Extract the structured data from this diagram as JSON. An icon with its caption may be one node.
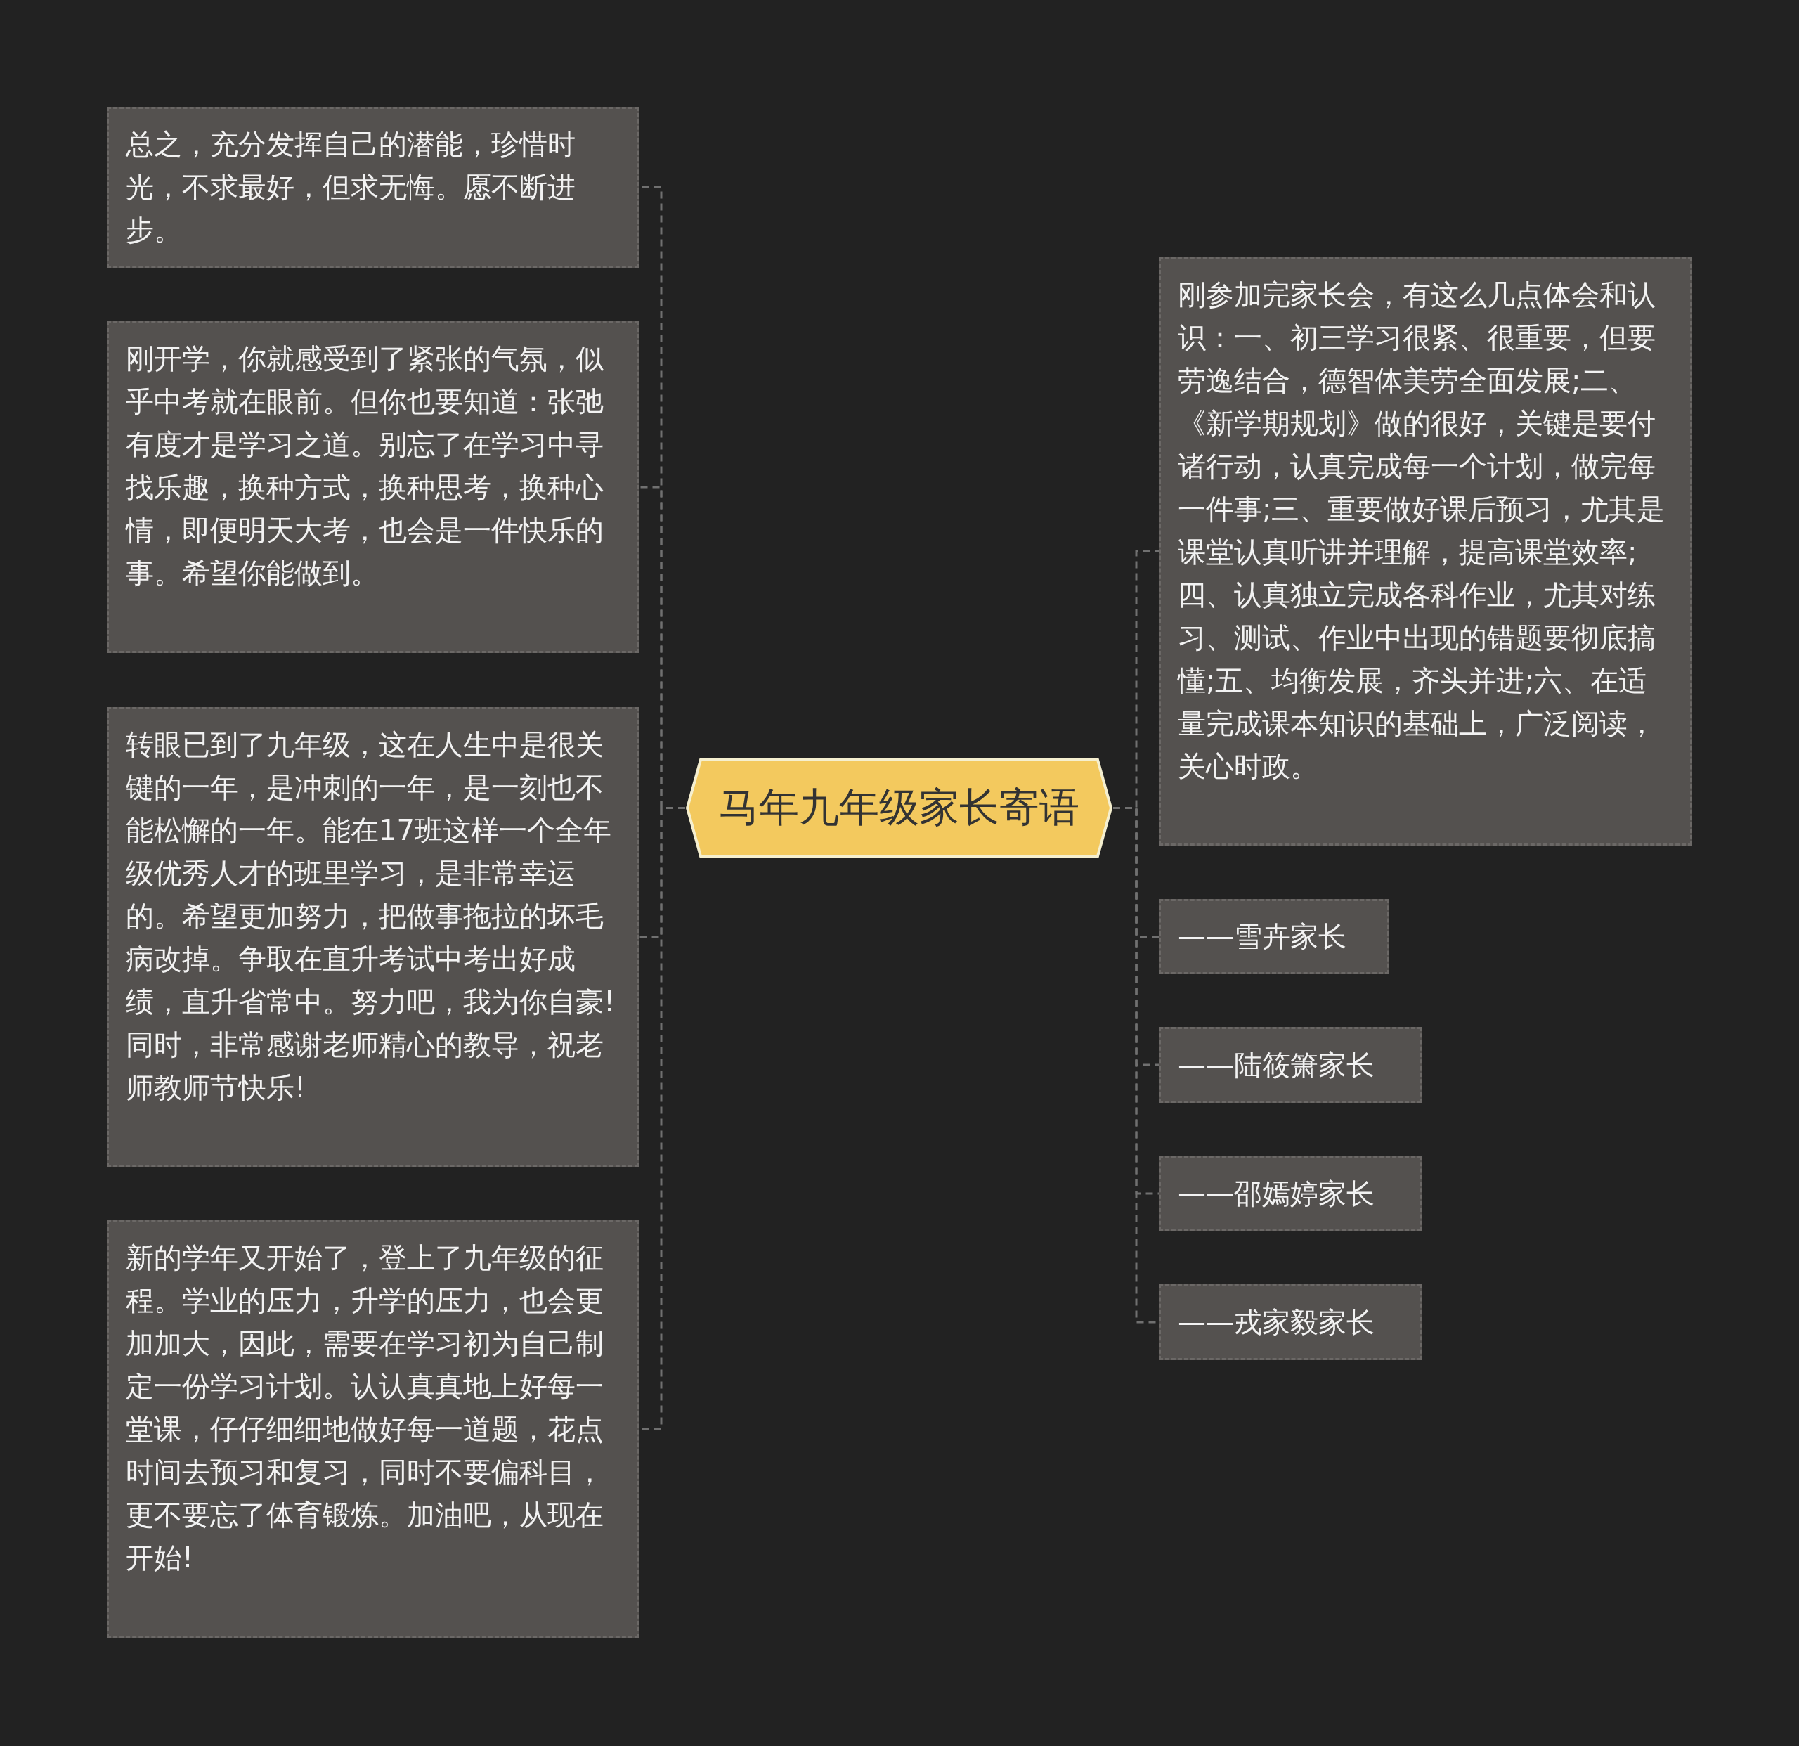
{
  "diagram": {
    "nodes": [
      {
        "text": [
          "马年九年级家长寄语"
        ]
      },
      {
        "text": [
          "总之，充分发挥自己的潜能，珍惜时光，不求最好，但求无悔。愿不断进步。"
        ]
      },
      {
        "text": [
          "刚开学，你就感受到了紧张的气氛，似乎中考就在眼前。但你也要知道：张弛有度才是学习之道。别忘了在学习中寻找乐趣，换种方式，换种思考，换种心情，即便明天大考，也会是一件快乐的事。希望你能做到。"
        ]
      },
      {
        "text": [
          "转眼已到了九年级，这在人生中是很关键的一年，是冲刺的一年，是一刻也不能松懈的一年。能在17班这样一个全年级优秀人才的班里学习，是非常幸运的。希望更加努力，把做事拖拉的坏毛病改掉。争取在直升考试中考出好成绩，直升省常中。努力吧，我为你自豪!同时，非常感谢老师精心的教导，祝老师教师节快乐!"
        ]
      },
      {
        "text": [
          "新的学年又开始了，登上了九年级的征程。学业的压力，升学的压力，也会更加加大，因此，需要在学习初为自己制定一份学习计划。认认真真地上好每一堂课，仔仔细细地做好每一道题，花点时间去预习和复习，同时不要偏科目，更不要忘了体育锻炼。加油吧，从现在开始!"
        ]
      },
      {
        "text": [
          "刚参加完家长会，有这么几点体会和认识：一、初三学习很紧、很重要，但要劳逸结合，德智体美劳全面发展;二、《新学期规划》做的很好，关键是要付诸行动，认真完成每一个计划，做完每一件事;三、重要做好课后预习，尤其是课堂认真听讲并理解，提高课堂效率;四、认真独立完成各科作业，尤其对练习、测试、作业中出现的错题要彻底搞懂;五、均衡发展，齐头并进;六、在适量完成课本知识的基础上，广泛阅读，关心时政。"
        ]
      },
      {
        "text": [
          "——雪卉家长"
        ]
      },
      {
        "text": [
          "——陆筱箫家长"
        ]
      },
      {
        "text": [
          "——邵嫣婷家长"
        ]
      },
      {
        "text": [
          "——戎家毅家长"
        ]
      }
    ],
    "edges": [
      {
        "from": 0,
        "to": 1,
        "arrow": "none",
        "style": "dashed"
      },
      {
        "from": 0,
        "to": 2,
        "arrow": "none",
        "style": "dashed"
      },
      {
        "from": 0,
        "to": 3,
        "arrow": "none",
        "style": "dashed"
      },
      {
        "from": 0,
        "to": 4,
        "arrow": "none",
        "style": "dashed"
      },
      {
        "from": 0,
        "to": 5,
        "arrow": "none",
        "style": "dashed"
      },
      {
        "from": 0,
        "to": 6,
        "arrow": "none",
        "style": "dashed"
      },
      {
        "from": 0,
        "to": 7,
        "arrow": "none",
        "style": "dashed"
      },
      {
        "from": 0,
        "to": 8,
        "arrow": "none",
        "style": "dashed"
      },
      {
        "from": 0,
        "to": 9,
        "arrow": "none",
        "style": "dashed"
      }
    ]
  }
}
